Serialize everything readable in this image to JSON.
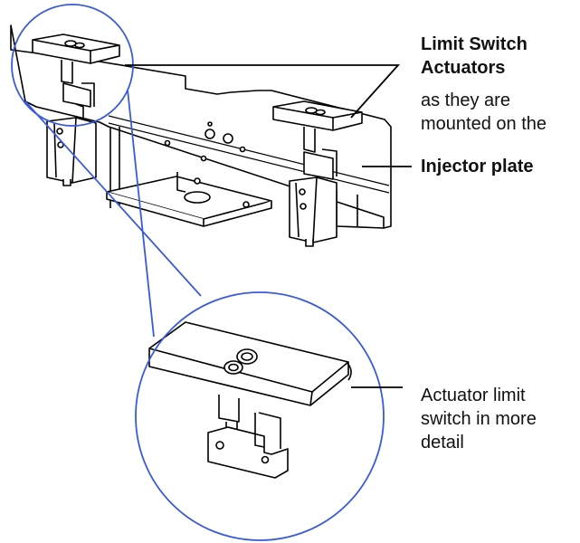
{
  "labels": {
    "actuators_title_line1": "Limit Switch",
    "actuators_title_line2": "Actuators",
    "actuators_desc_line1": "as they are",
    "actuators_desc_line2": "mounted on the",
    "injector_plate": "Injector plate",
    "detail_line1": "Actuator limit",
    "detail_line2": "switch in more",
    "detail_line3": "detail"
  },
  "colors": {
    "callout_circle": "#3a5bd9",
    "line_art": "#000000",
    "background": "#ffffff"
  }
}
